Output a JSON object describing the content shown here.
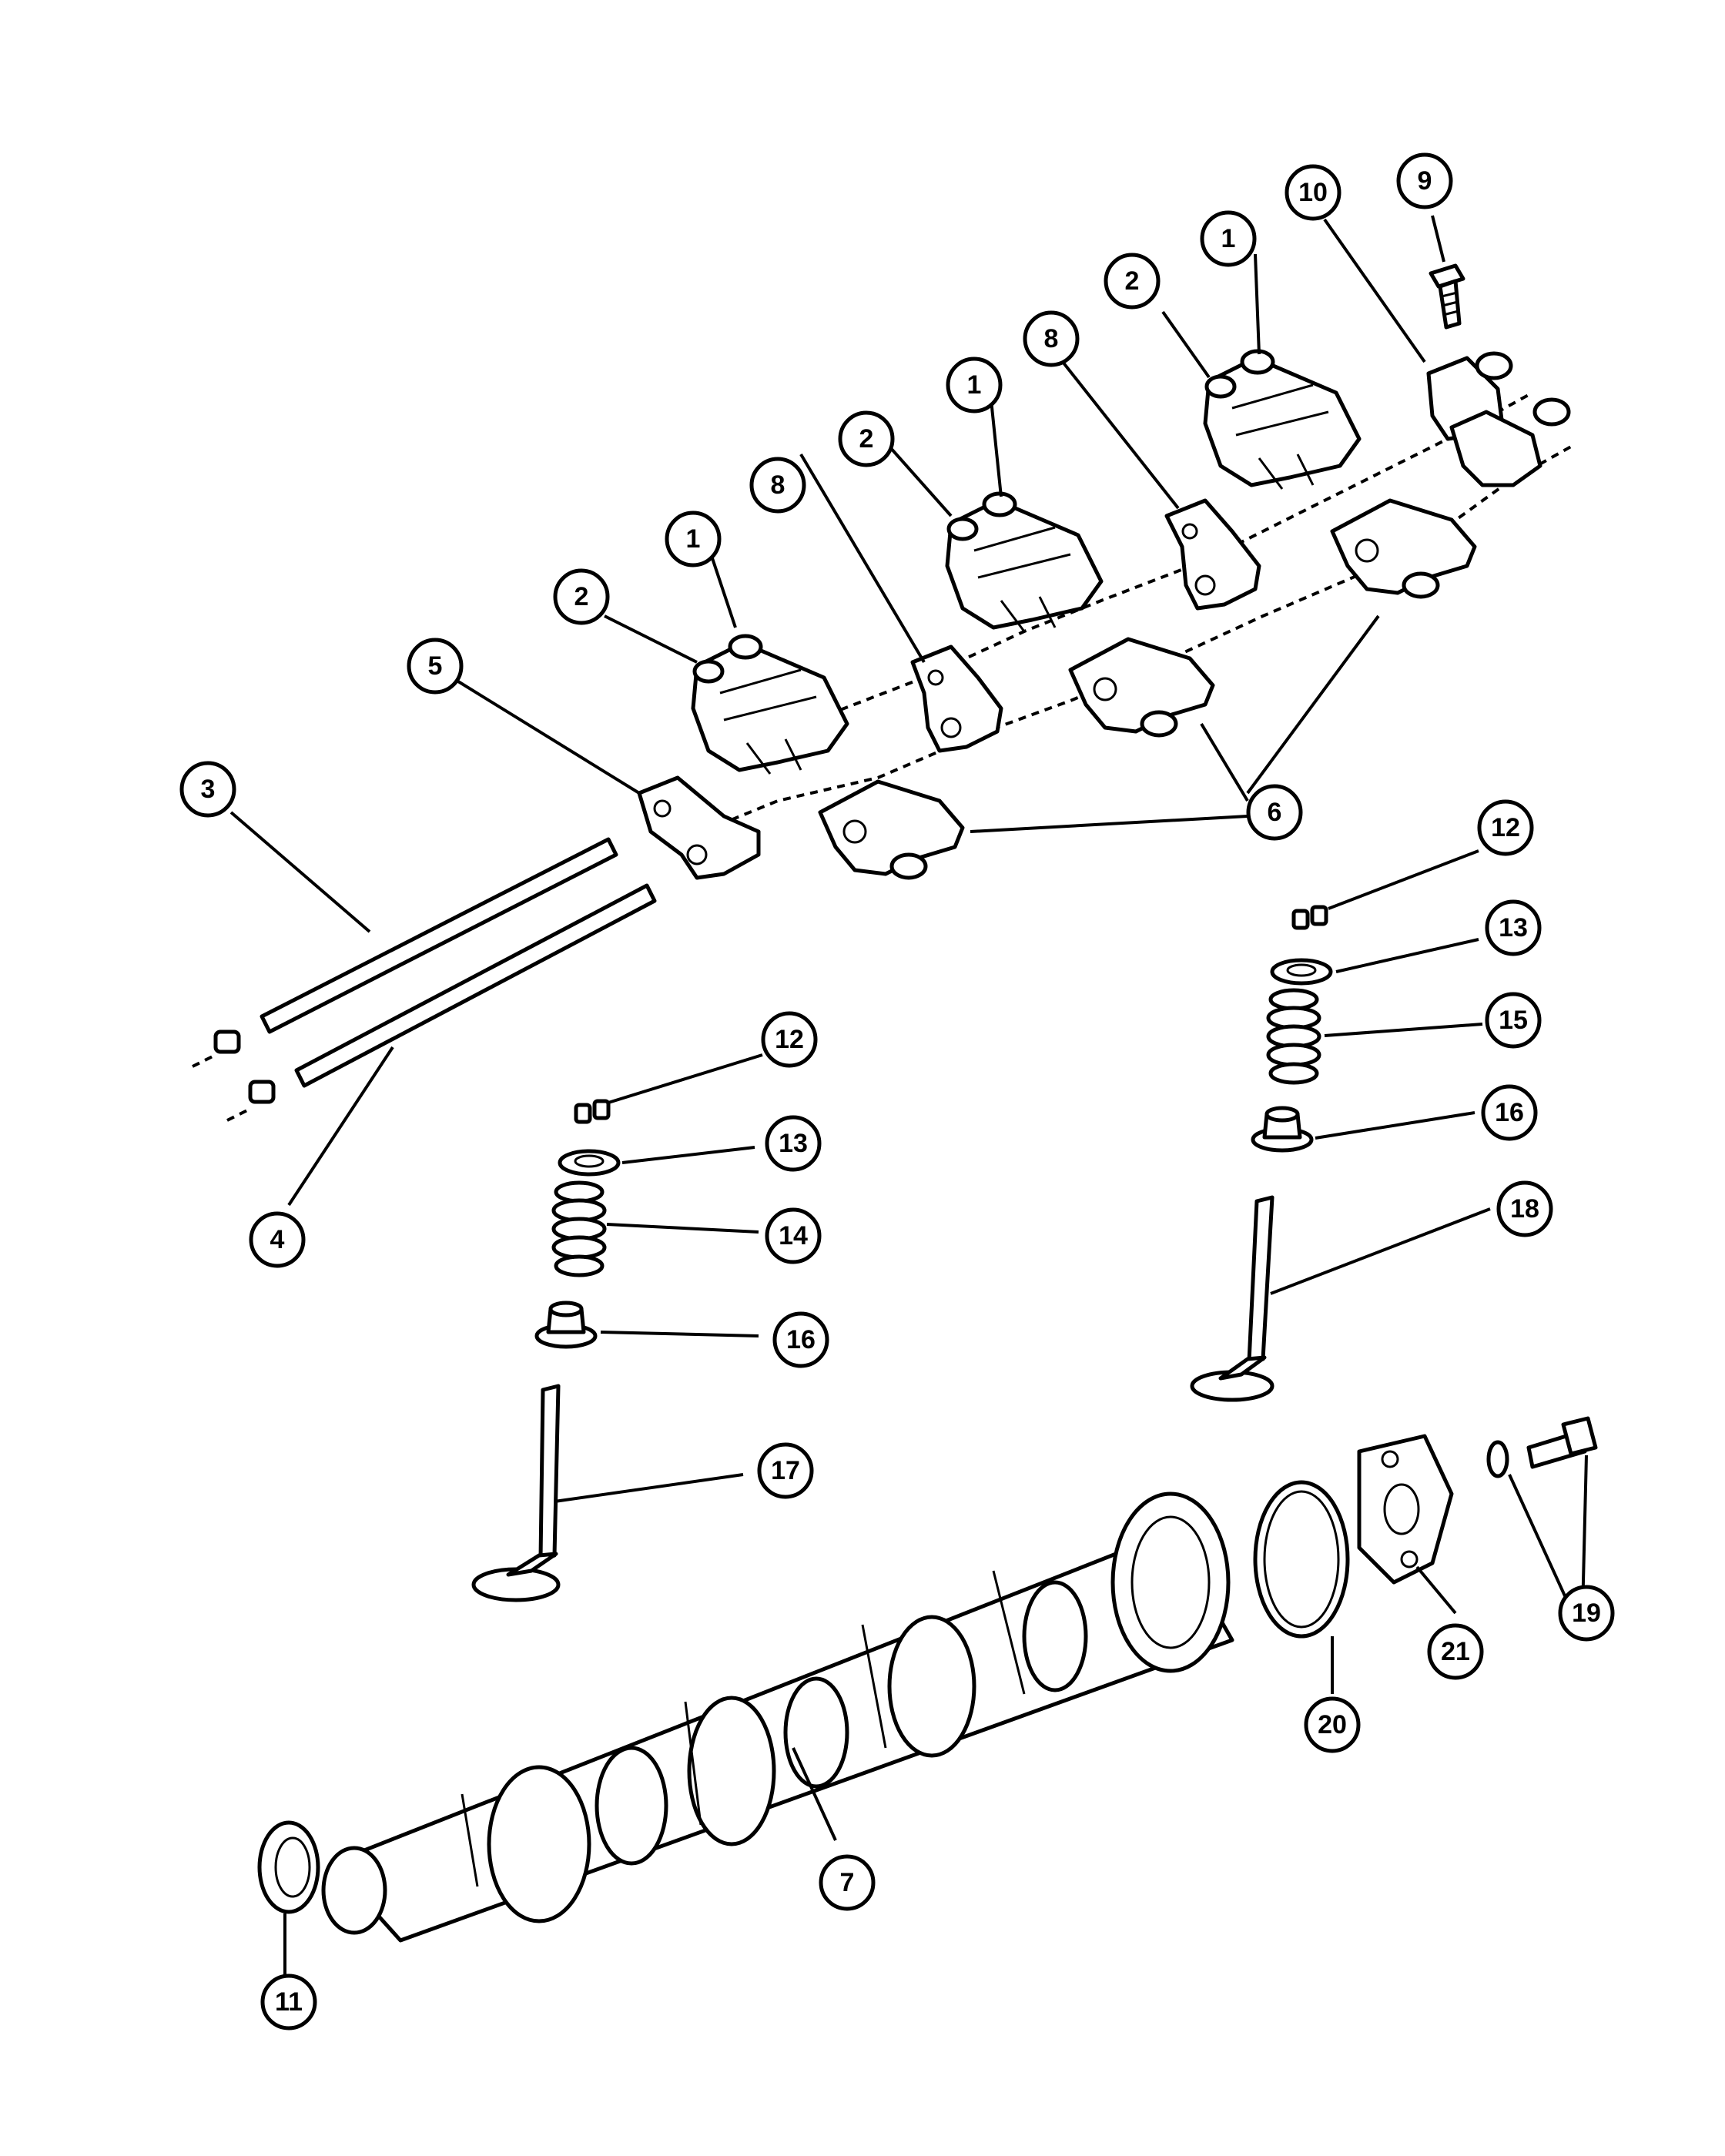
{
  "callouts": [
    {
      "id": "c1a",
      "label": "1"
    },
    {
      "id": "c1b",
      "label": "1"
    },
    {
      "id": "c1c",
      "label": "1"
    },
    {
      "id": "c2a",
      "label": "2"
    },
    {
      "id": "c2b",
      "label": "2"
    },
    {
      "id": "c2c",
      "label": "2"
    },
    {
      "id": "c3",
      "label": "3"
    },
    {
      "id": "c4",
      "label": "4"
    },
    {
      "id": "c5",
      "label": "5"
    },
    {
      "id": "c6",
      "label": "6"
    },
    {
      "id": "c7",
      "label": "7"
    },
    {
      "id": "c8a",
      "label": "8"
    },
    {
      "id": "c8b",
      "label": "8"
    },
    {
      "id": "c9",
      "label": "9"
    },
    {
      "id": "c10",
      "label": "10"
    },
    {
      "id": "c11",
      "label": "11"
    },
    {
      "id": "c12a",
      "label": "12"
    },
    {
      "id": "c12b",
      "label": "12"
    },
    {
      "id": "c13a",
      "label": "13"
    },
    {
      "id": "c13b",
      "label": "13"
    },
    {
      "id": "c14",
      "label": "14"
    },
    {
      "id": "c15",
      "label": "15"
    },
    {
      "id": "c16a",
      "label": "16"
    },
    {
      "id": "c16b",
      "label": "16"
    },
    {
      "id": "c17",
      "label": "17"
    },
    {
      "id": "c18",
      "label": "18"
    },
    {
      "id": "c19",
      "label": "19"
    },
    {
      "id": "c20",
      "label": "20"
    },
    {
      "id": "c21",
      "label": "21"
    }
  ]
}
